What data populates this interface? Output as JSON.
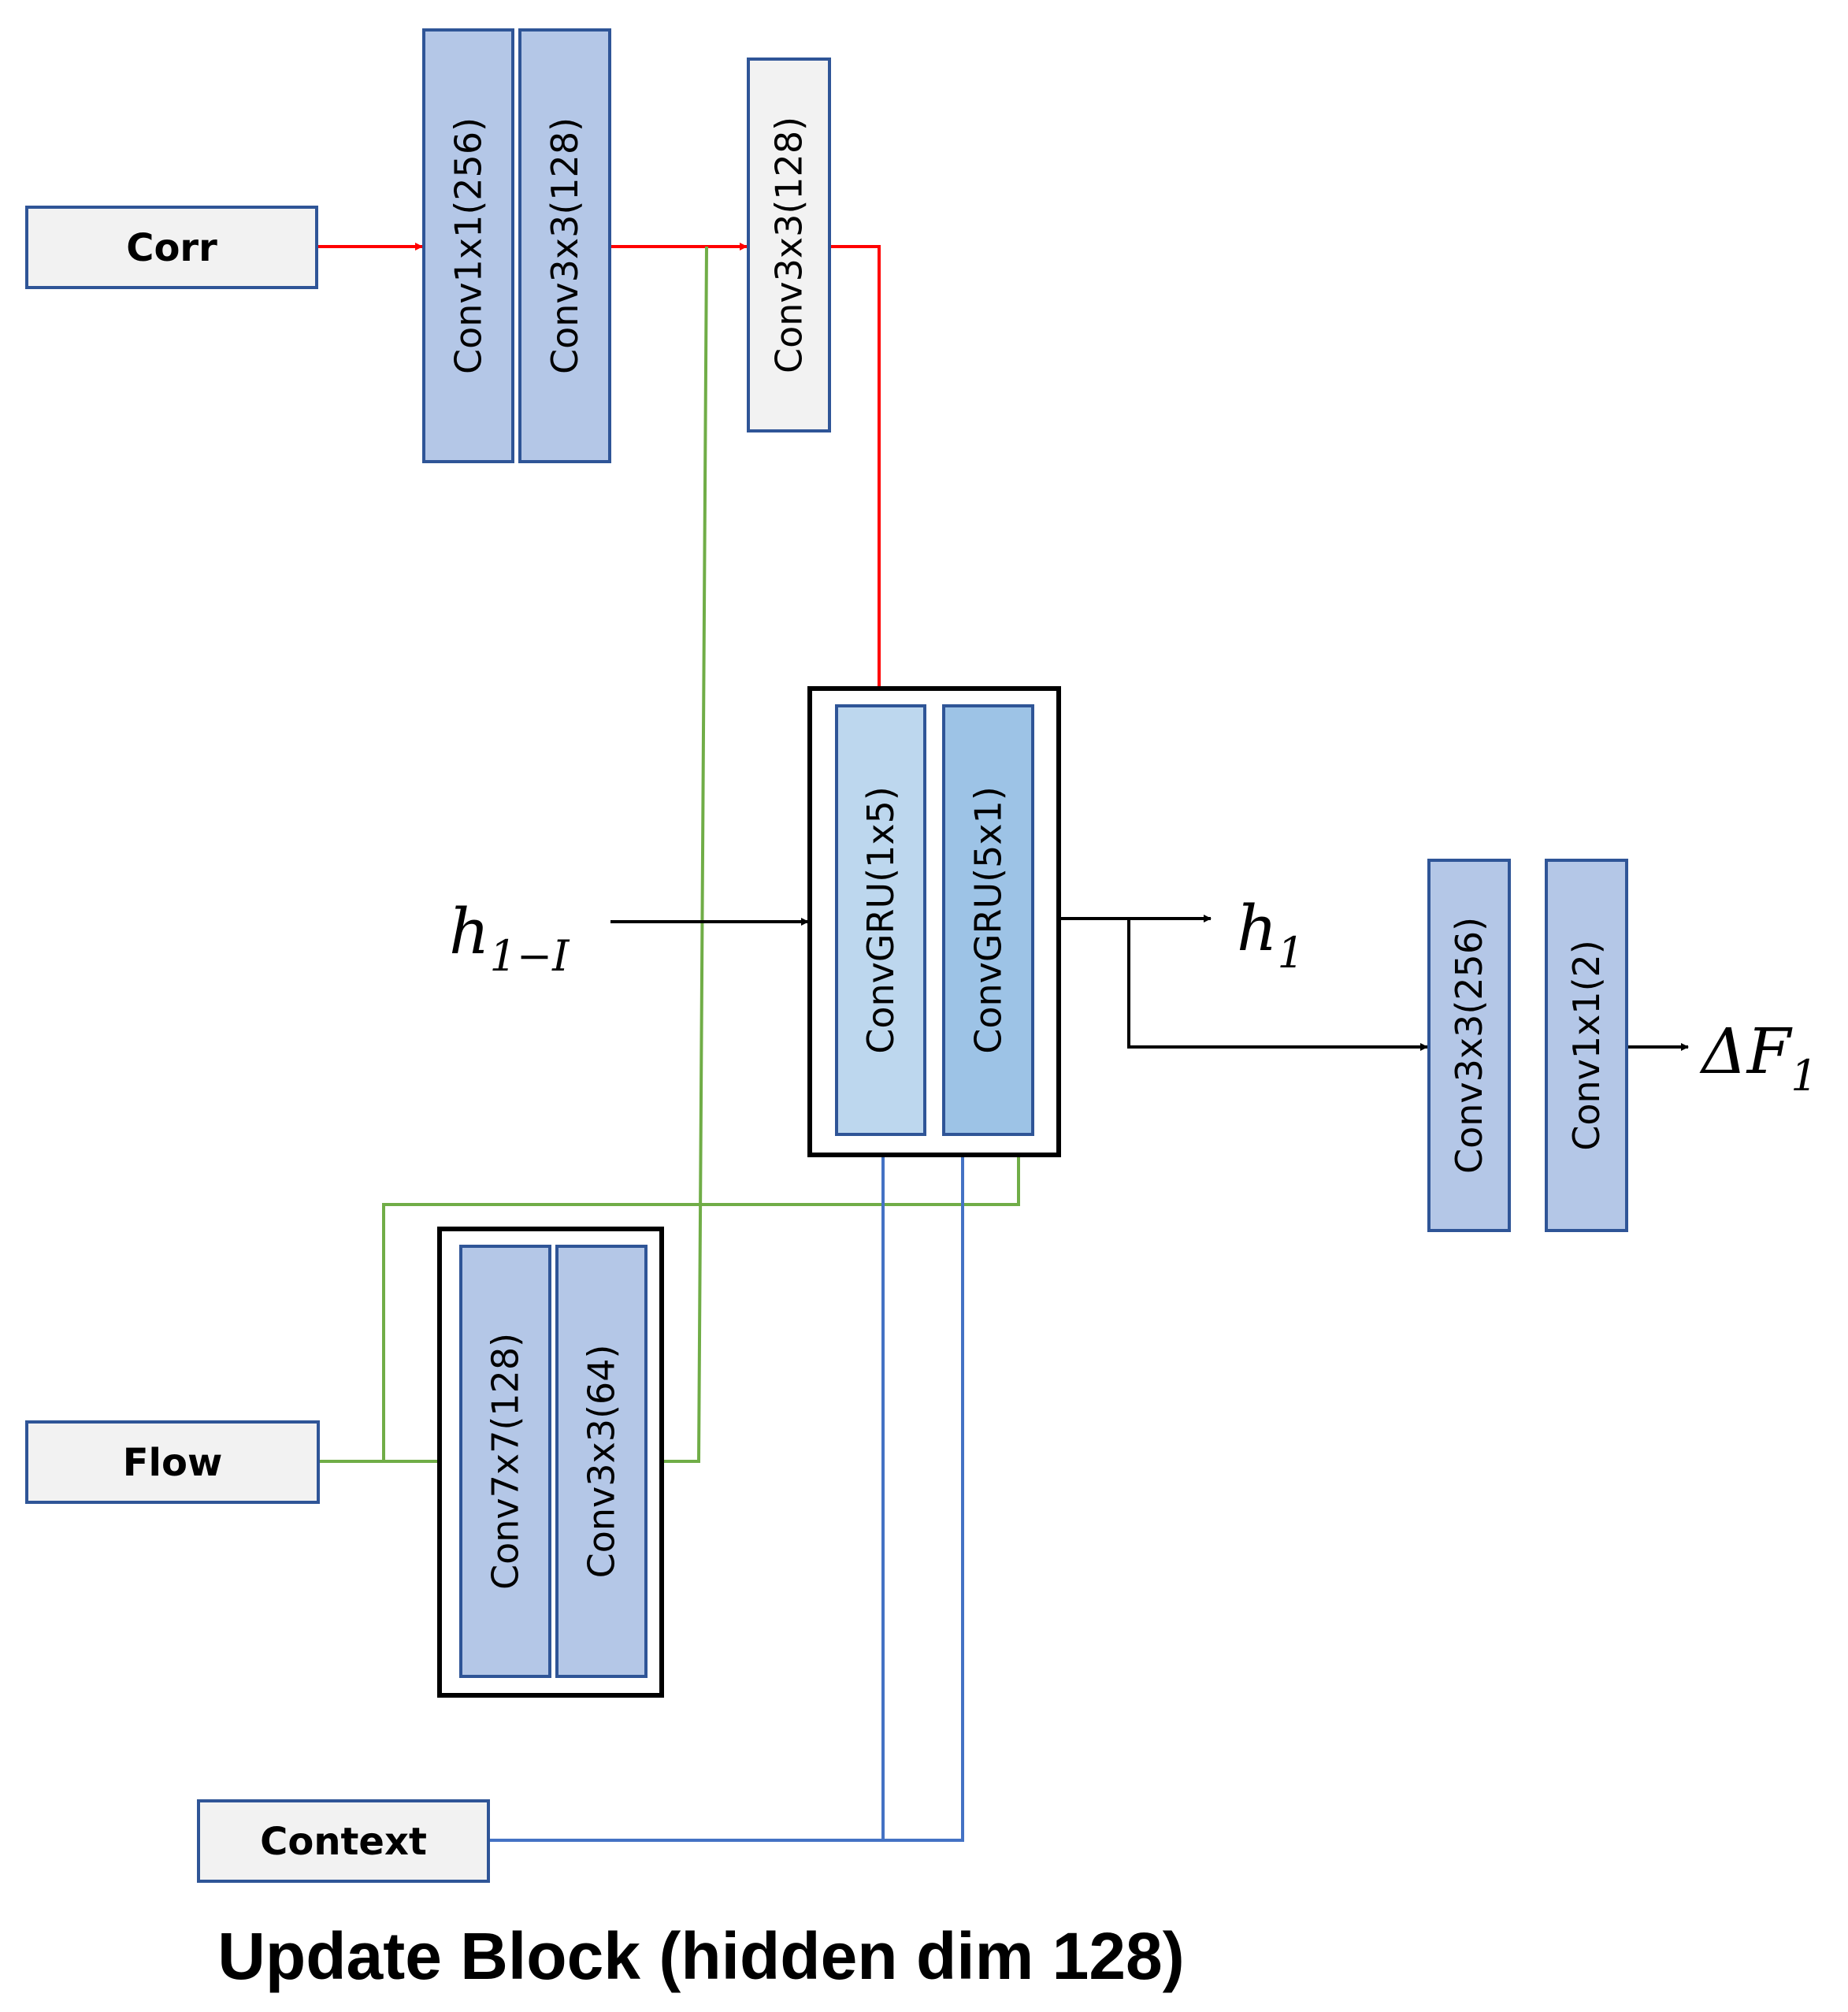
{
  "inputs": {
    "corr": "Corr",
    "flow": "Flow",
    "context": "Context"
  },
  "corr_encoder": {
    "layer1": "Conv1x1(256)",
    "layer2": "Conv3x3(128)"
  },
  "fusion_conv": "Conv3x3(128)",
  "flow_encoder": {
    "layer1": "Conv7x7(128)",
    "layer2": "Conv3x3(64)"
  },
  "gru": {
    "layer1": "ConvGRU(1x5)",
    "layer2": "ConvGRU(5x1)"
  },
  "flow_head": {
    "layer1": "Conv3x3(256)",
    "layer2": "Conv1x1(2)"
  },
  "labels": {
    "hidden_in_base": "h",
    "hidden_in_sub": "1−I",
    "hidden_out_base": "h",
    "hidden_out_sub": "1",
    "delta_base": "ΔF",
    "delta_sub": "1"
  },
  "caption": "Update Block (hidden dim 128)",
  "colors": {
    "corr_path": "#ff0000",
    "flow_path": "#70ad47",
    "context_path": "#4472c4",
    "hidden_path": "#000000",
    "layer_fill": "#b4c7e7",
    "layer_border": "#2f5597",
    "gru_light": "#bdd7ee",
    "gru_dark": "#9dc3e6",
    "input_fill": "#f2f2f2"
  }
}
